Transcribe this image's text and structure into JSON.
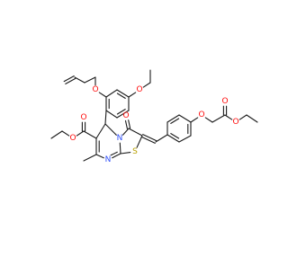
{
  "molecule": {
    "atom_colors": {
      "C": "#1a1a1a",
      "O": "#ff0d0d",
      "N": "#3050f8",
      "S": "#b8a000"
    },
    "atom_labels": [
      {
        "id": "o-allyl",
        "text": "O",
        "element": "O"
      },
      {
        "id": "o-ethoxy-aryl",
        "text": "O",
        "element": "O"
      },
      {
        "id": "o-ester-carbonyl-right",
        "text": "O",
        "element": "O"
      },
      {
        "id": "o-ester-alkoxy-right",
        "text": "O",
        "element": "O"
      },
      {
        "id": "o-phenoxy",
        "text": "O",
        "element": "O"
      },
      {
        "id": "o-ester-carbonyl-left",
        "text": "O",
        "element": "O"
      },
      {
        "id": "o-ester-alkoxy-left",
        "text": "O",
        "element": "O"
      },
      {
        "id": "n-ring-fused",
        "text": "N",
        "element": "N"
      },
      {
        "id": "o-ketone",
        "text": "O",
        "element": "O"
      },
      {
        "id": "s-thiazole",
        "text": "S",
        "element": "S"
      },
      {
        "id": "n-pyrimidine",
        "text": "N",
        "element": "N"
      }
    ]
  }
}
